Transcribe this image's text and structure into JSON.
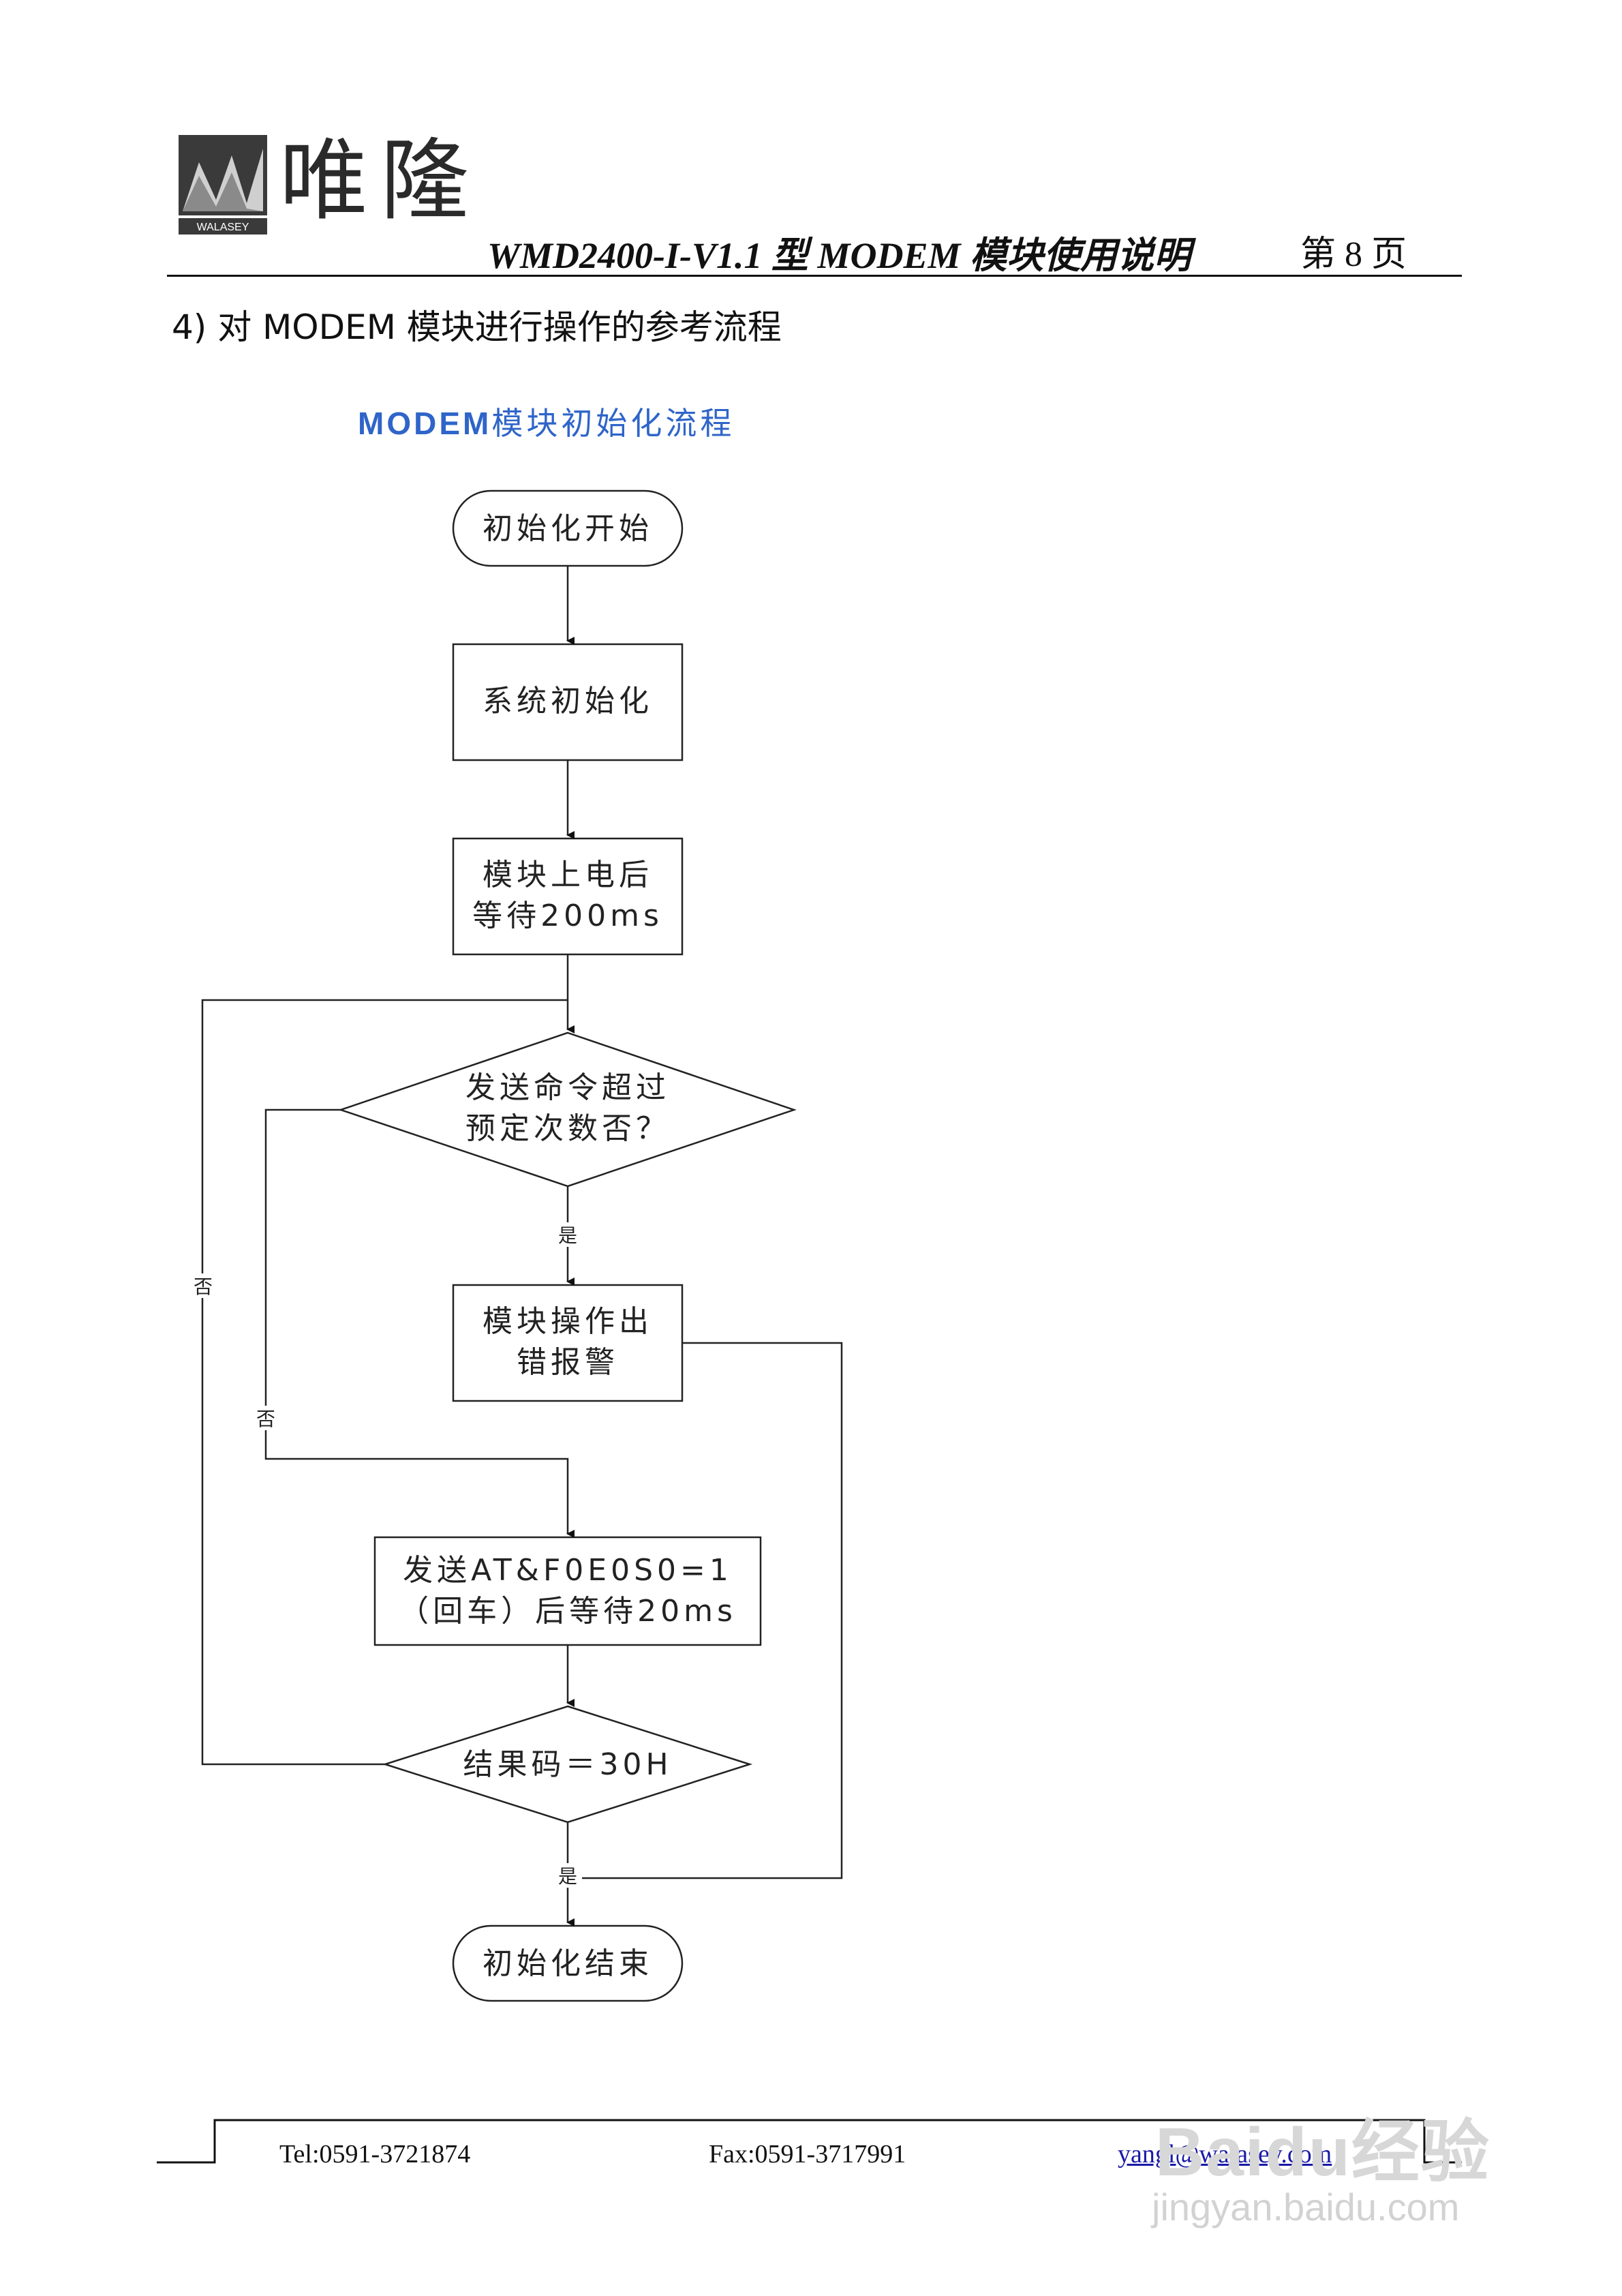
{
  "header": {
    "logo_brand": "唯隆",
    "logo_caption": "WALASEY",
    "document_title": "WMD2400-I-V1.1 型 MODEM 模块使用说明",
    "page_number": "第 8 页"
  },
  "section": {
    "heading": "4) 对 MODEM 模块进行操作的参考流程"
  },
  "flowchart": {
    "title_bold": "MODEM",
    "title_rest": "模块初始化流程",
    "nodes": {
      "start": "初始化开始",
      "sys_init": "系统初始化",
      "power_wait_1": "模块上电后",
      "power_wait_2": "等待200ms",
      "decision_retry_1": "发送命令超过",
      "decision_retry_2": "预定次数否？",
      "error_1": "模块操作出",
      "error_2": "错报警",
      "send_cmd_1": "发送AT&F0E0S0=1",
      "send_cmd_2": "（回车）后等待20ms",
      "decision_result": "结果码＝30H",
      "end": "初始化结束"
    },
    "edge_labels": {
      "retry_yes": "是",
      "retry_no": "否",
      "result_no": "否",
      "result_yes": "是"
    }
  },
  "footer": {
    "tel": "Tel:0591-3721874",
    "fax": "Fax:0591-3717991",
    "email": "yangl@walasey.com"
  },
  "watermark": {
    "brand": "Baidu经验",
    "url": "jingyan.baidu.com"
  }
}
